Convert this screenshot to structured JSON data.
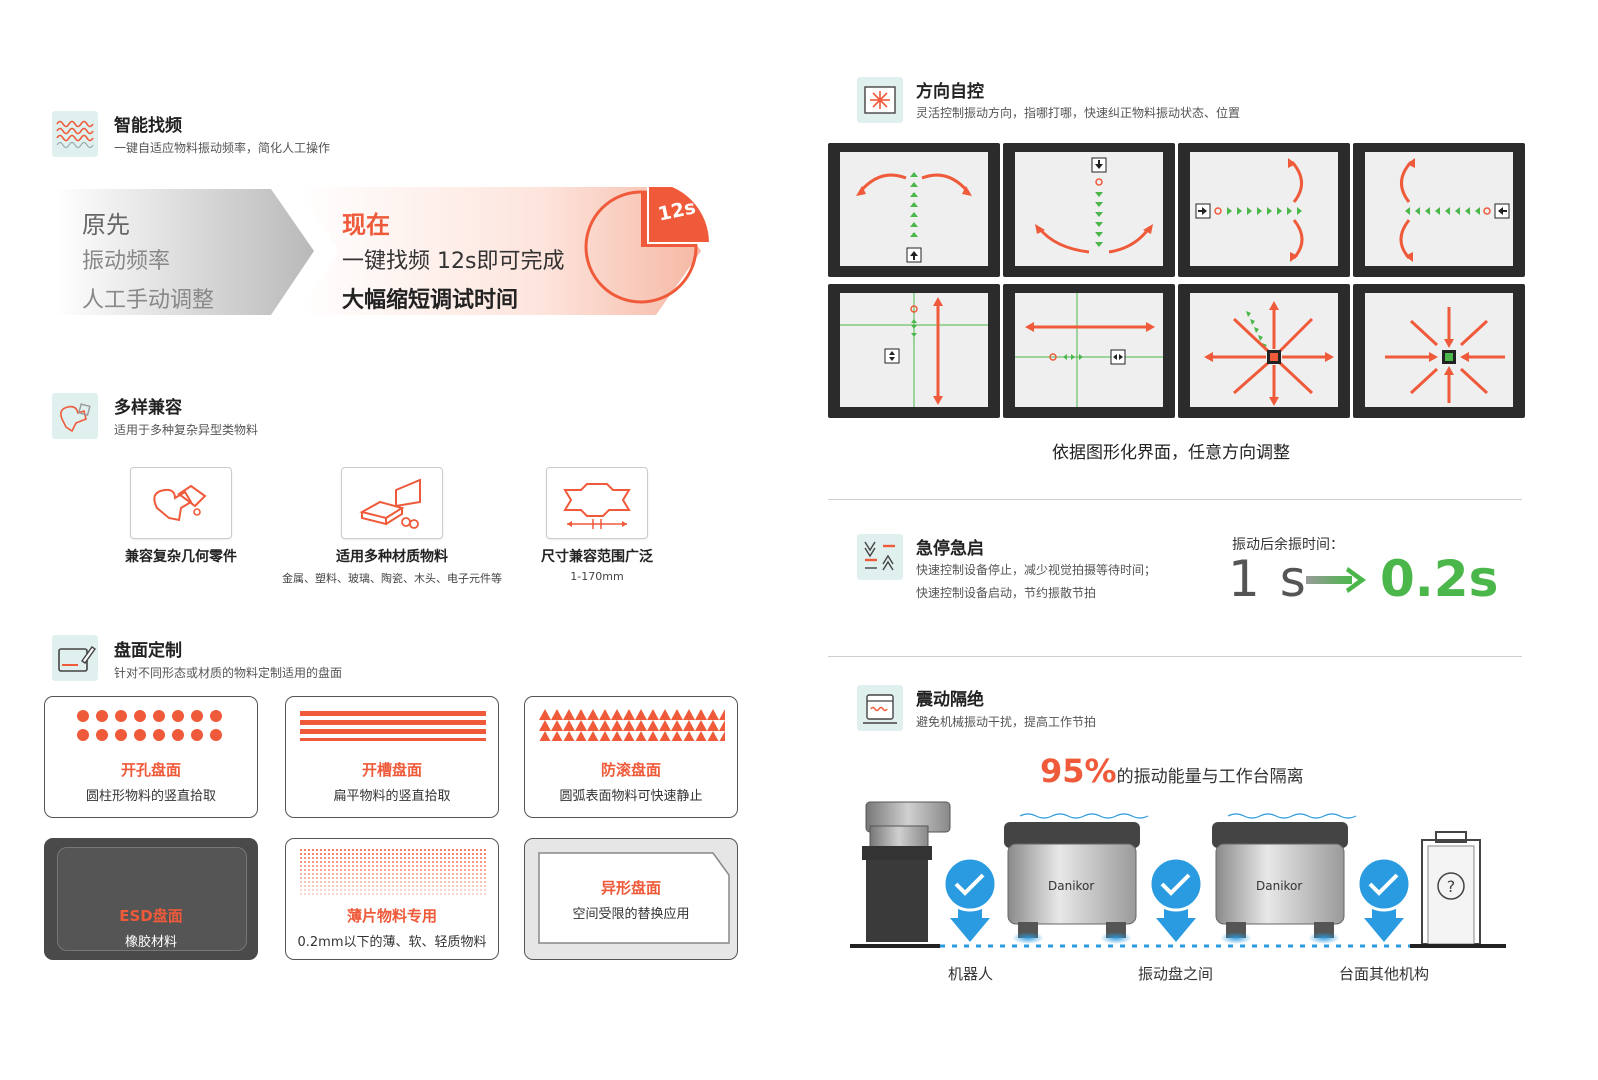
{
  "smart_freq": {
    "title": "智能找频",
    "subtitle": "一键自适应物料振动频率，简化人工操作",
    "before_title": "原先",
    "before_line2": "振动频率",
    "before_line3": "人工手动调整",
    "after_title": "现在",
    "after_line2": "一键找频  12s即可完成",
    "after_line3": "大幅缩短调试时间",
    "badge": "12s"
  },
  "compat": {
    "title": "多样兼容",
    "subtitle": "适用于多种复杂异型类物料",
    "items": [
      {
        "label": "兼容复杂几何零件",
        "note": ""
      },
      {
        "label": "适用多种材质物料",
        "note": "金属、塑料、玻璃、陶瓷、木头、电子元件等"
      },
      {
        "label": "尺寸兼容范围广泛",
        "note": "1-170mm"
      }
    ]
  },
  "plates": {
    "title": "盘面定制",
    "subtitle": "针对不同形态或材质的物料定制适用的盘面",
    "items": [
      {
        "name": "开孔盘面",
        "desc": "圆柱形物料的竖直拾取"
      },
      {
        "name": "开槽盘面",
        "desc": "扁平物料的竖直拾取"
      },
      {
        "name": "防滚盘面",
        "desc": "圆弧表面物料可快速静止"
      },
      {
        "name": "ESD盘面",
        "desc": "橡胶材料"
      },
      {
        "name": "薄片物料专用",
        "desc": "0.2mm以下的薄、软、轻质物料"
      },
      {
        "name": "异形盘面",
        "desc": "空间受限的替换应用"
      }
    ]
  },
  "direction": {
    "title": "方向自控",
    "subtitle": "灵活控制振动方向，指哪打哪，快速纠正物料振动状态、位置",
    "caption": "依据图形化界面，任意方向调整"
  },
  "estop": {
    "title": "急停急启",
    "line1": "快速控制设备停止，减少视觉拍摄等待时间；",
    "line2": "快速控制设备启动，节约振散节拍",
    "residual_label": "振动后余振时间：",
    "before": "1 s",
    "after": "0.2s"
  },
  "isolation": {
    "title": "震动隔绝",
    "subtitle": "避免机械振动干扰，提高工作节拍",
    "percent": "95%",
    "headline": "的振动能量与工作台隔离",
    "brand": "Danikor",
    "labels": [
      "机器人",
      "振动盘之间",
      "台面其他机构"
    ]
  },
  "colors": {
    "accent": "#ef5a3a",
    "green": "#4bb74b",
    "teal_bg": "#dff0ee",
    "blue": "#2a9be0"
  }
}
